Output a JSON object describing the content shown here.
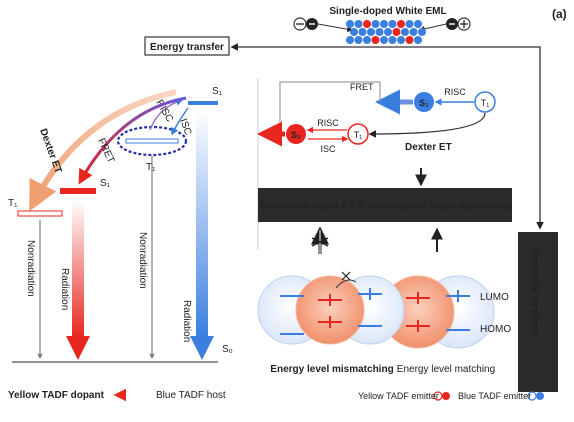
{
  "panel_label": "(a)",
  "top": {
    "title": "Single-doped White EML",
    "minus_sign": "⊖",
    "plus_sign": "⊕"
  },
  "left_diagram": {
    "energy_transfer_label": "Energy transfer",
    "s1_blue": "S₁",
    "s0": "S₀",
    "t1_blue": "T₁",
    "s1_yellow": "S₁",
    "t1_yellow": "T₁",
    "risc_label": "RISC",
    "isc_label": "ISC",
    "fret_label": "FRET",
    "dexter_label": "Dexter ET",
    "radiation_blue": "Radiation",
    "nonradiation_mid": "Nonradiation",
    "radiation_yellow": "Radiation",
    "nonradiation_left": "Nonradiation",
    "blue_host_label": "Blue TADF host",
    "yellow_dopant_label": "Yellow TADF dopant"
  },
  "right_diagram": {
    "fret_label": "FRET",
    "risc_top": "RISC",
    "risc_mid": "RISC",
    "isc_label": "ISC",
    "dexter_label": "Dexter ET",
    "t1": "T₁",
    "s1": "S₁",
    "quenching_box": "Excessive triplet ET & Host-dopant triplet quenching",
    "cascade_box": "Cascade system",
    "lumo": "LUMO",
    "homo": "HOMO",
    "mismatch_label": "Energy level mismatching",
    "match_label": "Energy level matching",
    "legend_blue": "Blue TADF emitter",
    "legend_yellow": "Yellow TADF emitter"
  },
  "colors": {
    "blue": "#3a7fe0",
    "red": "#e8261e",
    "orange": "#f5a07a",
    "dark_box": "#2b2b2b",
    "navy_dashed": "#2a2fa8"
  }
}
